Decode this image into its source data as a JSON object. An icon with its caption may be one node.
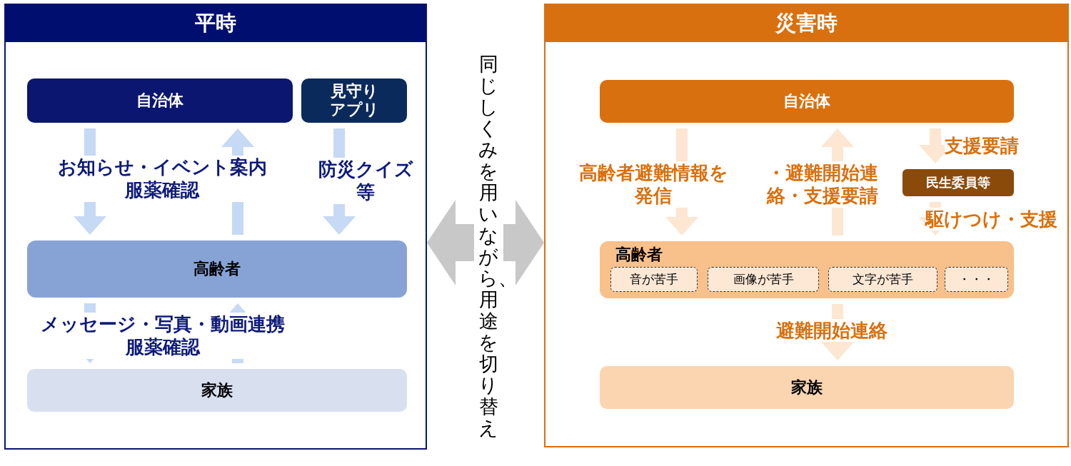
{
  "diagram": {
    "nodes": [
      {
        "text": [
          "平時"
        ]
      },
      {
        "text": [
          "自治体"
        ],
        "in": 0
      },
      {
        "text": [
          "見守りアプリ"
        ],
        "in": 0
      },
      {
        "text": [
          "高齢者"
        ],
        "in": 0
      },
      {
        "text": [
          "家族"
        ],
        "in": 0
      },
      {
        "text": [
          "災害時"
        ]
      },
      {
        "text": [
          "自治体"
        ],
        "in": 5
      },
      {
        "text": [
          "民生委員等"
        ],
        "in": 5
      },
      {
        "text": [
          "高齢者"
        ],
        "in": 5
      },
      {
        "text": [
          "音が苦手"
        ],
        "in": 8
      },
      {
        "text": [
          "画像が苦手"
        ],
        "in": 8
      },
      {
        "text": [
          "文字が苦手"
        ],
        "in": 8
      },
      {
        "text": [
          "・・・"
        ],
        "in": 8
      },
      {
        "text": [
          "家族"
        ],
        "in": 5
      }
    ],
    "edges": [
      {
        "from": 1,
        "to": 3,
        "arrow": "to",
        "label": "お知らせ・イベント案内服薬確認"
      },
      {
        "from": 3,
        "to": 1,
        "arrow": "to"
      },
      {
        "from": 2,
        "to": 3,
        "arrow": "to",
        "label": "防災クイズ等"
      },
      {
        "from": 3,
        "to": 4,
        "arrow": "to",
        "label": "メッセージ・写真・動画連携服薬確認"
      },
      {
        "from": 4,
        "to": 3,
        "arrow": "to"
      },
      {
        "from": 6,
        "to": 8,
        "arrow": "to",
        "label": "高齢者避難情報を発信",
        "color": "#fde6d2"
      },
      {
        "from": 8,
        "to": 6,
        "arrow": "to",
        "label": "・避難開始連絡・支援要請",
        "color": "#fde6d2"
      },
      {
        "from": 6,
        "to": 7,
        "arrow": "to",
        "label": "支援要請",
        "color": "#fde6d2"
      },
      {
        "from": 7,
        "to": 8,
        "arrow": "to",
        "label": "駆けつけ・支援",
        "color": "#fde6d2"
      },
      {
        "from": 8,
        "to": 13,
        "arrow": "to",
        "label": "避難開始連絡",
        "color": "#fde6d2"
      },
      {
        "from": 0,
        "to": 5,
        "arrow": "both",
        "label": "同じしくみを用いながら、用途を切り替え",
        "color": "#c8c8c8",
        "style": "thick"
      }
    ]
  }
}
